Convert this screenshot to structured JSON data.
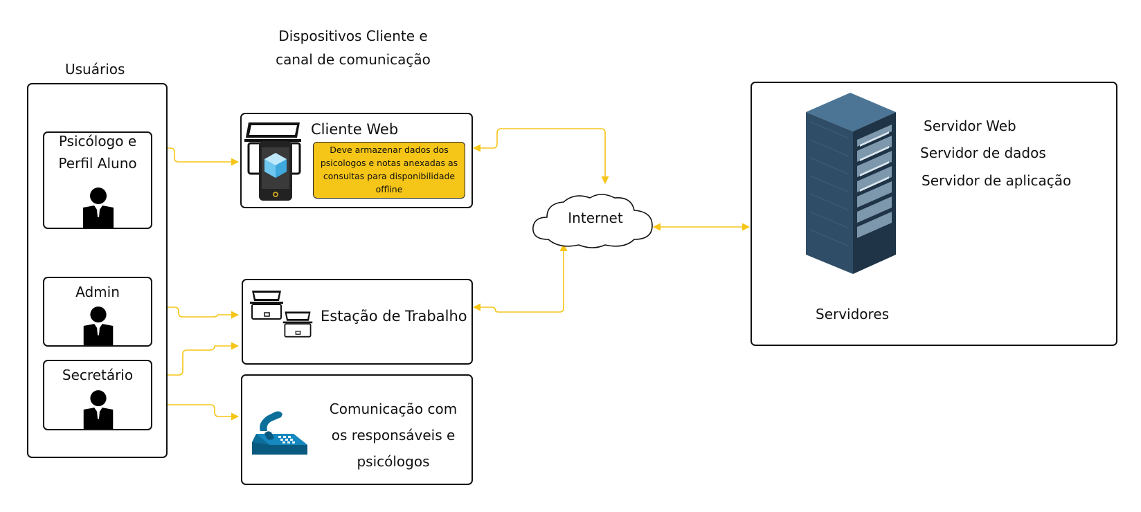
{
  "colors": {
    "connector": "#f5c518",
    "note_background": "#f5c518",
    "box_border": "#111111",
    "server_body": "#2f4d66"
  },
  "section_titles": {
    "users": "Usuários",
    "devices_line1": "Dispositivos Cliente e",
    "devices_line2": "canal de comunicação"
  },
  "users": {
    "psychologist_line1": "Psicólogo e",
    "psychologist_line2": "Perfil Aluno",
    "admin": "Admin",
    "secretary": "Secretário"
  },
  "devices": {
    "web_client": "Cliente Web",
    "web_client_note": "Deve armazenar dados dos psicologos e notas anexadas as consultas para disponibilidade offline",
    "workstation": "Estação de Trabalho",
    "phone_line1": "Comunicação com",
    "phone_line2": "os responsáveis e",
    "phone_line3": "psicólogos"
  },
  "network": {
    "internet": "Internet"
  },
  "servers": {
    "title": "Servidores",
    "web": "Servidor Web",
    "data": "Servidor de dados",
    "application": "Servidor de aplicação"
  },
  "icons": [
    "person-icon",
    "laptop-icon",
    "smartphone-icon",
    "cube-icon",
    "desk-phone-icon",
    "cloud-icon",
    "server-rack-icon"
  ]
}
